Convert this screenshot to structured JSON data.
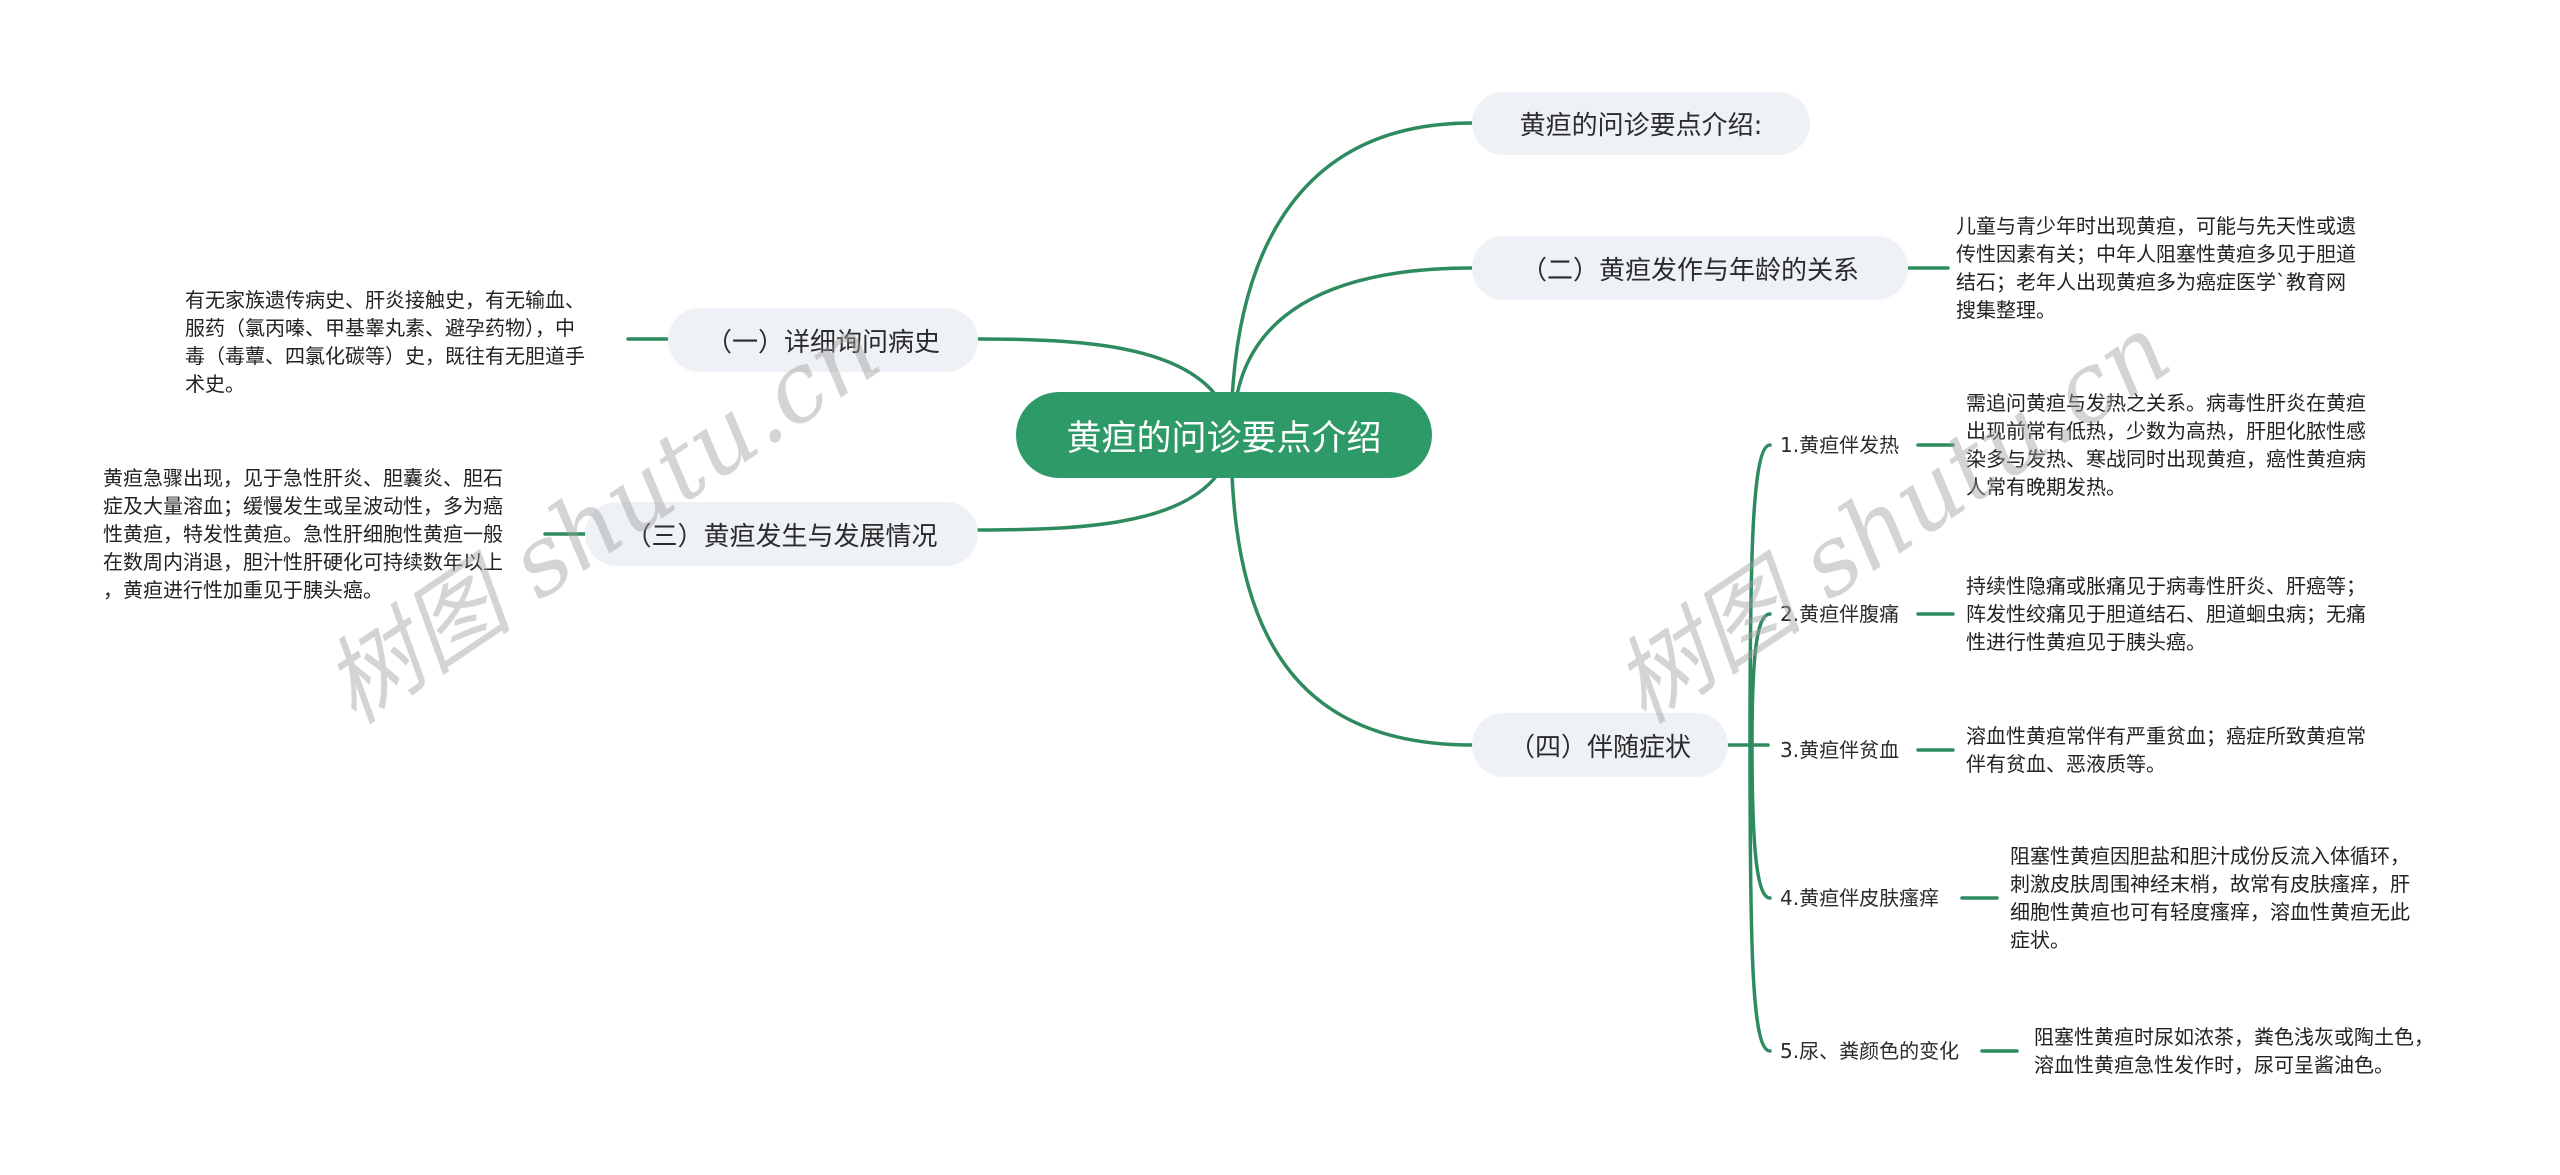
{
  "colors": {
    "accent": "#2e9a68",
    "line": "#2e8b5f",
    "node_bg": "#eef1f5",
    "text": "#2b2b2b",
    "watermark": "#c8c8c8"
  },
  "root": {
    "label": "黄疸的问诊要点介绍"
  },
  "right_topics": [
    {
      "label": "黄疸的问诊要点介绍:"
    },
    {
      "label": "（二）黄疸发作与年龄的关系",
      "detail": [
        "儿童与青少年时出现黄疸，可能与先天性或遗",
        "传性因素有关；中年人阻塞性黄疸多见于胆道",
        "结石；老年人出现黄疸多为癌症医学`教育网",
        "搜集整理。"
      ]
    },
    {
      "label": "（四）伴随症状"
    }
  ],
  "left_topics": [
    {
      "label": "（一）详细询问病史",
      "detail": [
        "有无家族遗传病史、肝炎接触史，有无输血、",
        "服药（氯丙嗪、甲基睾丸素、避孕药物），中",
        "毒（毒蕈、四氯化碳等）史，既往有无胆道手",
        "术史。"
      ]
    },
    {
      "label": "（三）黄疸发生与发展情况",
      "detail": [
        "黄疸急骤出现，见于急性肝炎、胆囊炎、胆石",
        "症及大量溶血；缓慢发生或呈波动性，多为癌",
        "性黄疸，特发性黄疸。急性肝细胞性黄疸一般",
        "在数周内消退，胆汁性肝硬化可持续数年以上",
        "，黄疸进行性加重见于胰头癌。"
      ]
    }
  ],
  "symptoms": [
    {
      "label": "1.黄疸伴发热",
      "detail": [
        "需追问黄疸与发热之关系。病毒性肝炎在黄疸",
        "出现前常有低热，少数为高热，肝胆化脓性感",
        "染多与发热、寒战同时出现黄疸，癌性黄疸病",
        "人常有晚期发热。"
      ]
    },
    {
      "label": "2.黄疸伴腹痛",
      "detail": [
        "持续性隐痛或胀痛见于病毒性肝炎、肝癌等；",
        "阵发性绞痛见于胆道结石、胆道蛔虫病；无痛",
        "性进行性黄疸见于胰头癌。"
      ]
    },
    {
      "label": "3.黄疸伴贫血",
      "detail": [
        "溶血性黄疸常伴有严重贫血；癌症所致黄疸常",
        "伴有贫血、恶液质等。"
      ]
    },
    {
      "label": "4.黄疸伴皮肤瘙痒",
      "detail": [
        "阻塞性黄疸因胆盐和胆汁成份反流入体循环，",
        "刺激皮肤周围神经末梢，故常有皮肤瘙痒，肝",
        "细胞性黄疸也可有轻度瘙痒，溶血性黄疸无此",
        "症状。"
      ]
    },
    {
      "label": "5.尿、粪颜色的变化",
      "detail": [
        "阻塞性黄疸时尿如浓茶，粪色浅灰或陶土色，",
        "溶血性黄疸急性发作时，尿可呈酱油色。"
      ]
    }
  ],
  "watermarks": [
    {
      "text": "树图 shutu.cn"
    },
    {
      "text": "树图 shutu.cn"
    }
  ]
}
